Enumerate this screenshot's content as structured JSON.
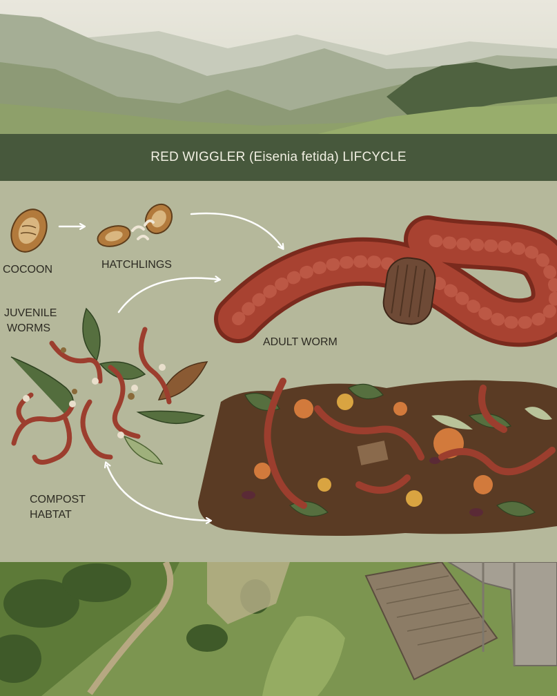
{
  "banner": {
    "title": "RED WIGGLER (Eisenia fetida) LIFCYCLE"
  },
  "stages": {
    "cocoon": "COCOON",
    "hatchlings": "HATCHLINGS",
    "juvenile_line1": "JUVENILE",
    "juvenile_line2": "WORMS",
    "adult": "ADULT WORM",
    "compost_line1": "COMPOST",
    "compost_line2": "HABTAT"
  },
  "colors": {
    "banner": "#47583c",
    "panel": "#b5b89b",
    "worm": "#9c3e2e",
    "clitellum": "#6e4a36",
    "leaf": "#566f3f"
  }
}
